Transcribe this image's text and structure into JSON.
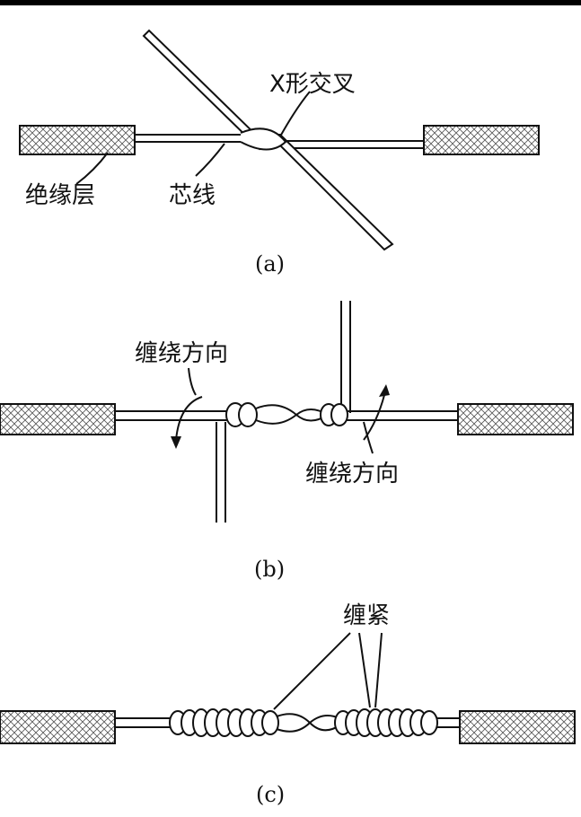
{
  "panel_a": {
    "caption": "(a)",
    "label_cross": "X形交叉",
    "label_insulation": "绝缘层",
    "label_core": "芯线"
  },
  "panel_b": {
    "caption": "(b)",
    "label_wrap_left": "缠绕方向",
    "label_wrap_right": "缠绕方向"
  },
  "panel_c": {
    "caption": "(c)",
    "label_tighten": "缠紧"
  }
}
